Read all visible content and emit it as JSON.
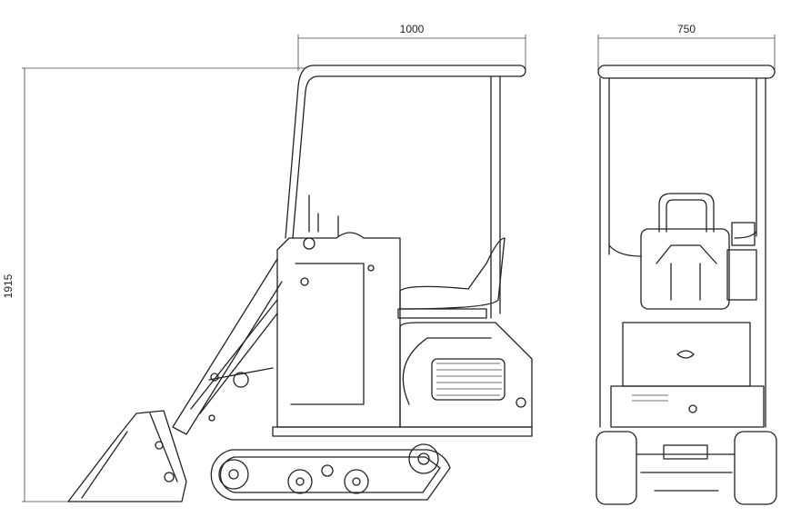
{
  "dimensions": {
    "length": "1000",
    "width": "750",
    "height": "1915"
  },
  "colors": {
    "line": "#222222",
    "background": "#ffffff"
  }
}
